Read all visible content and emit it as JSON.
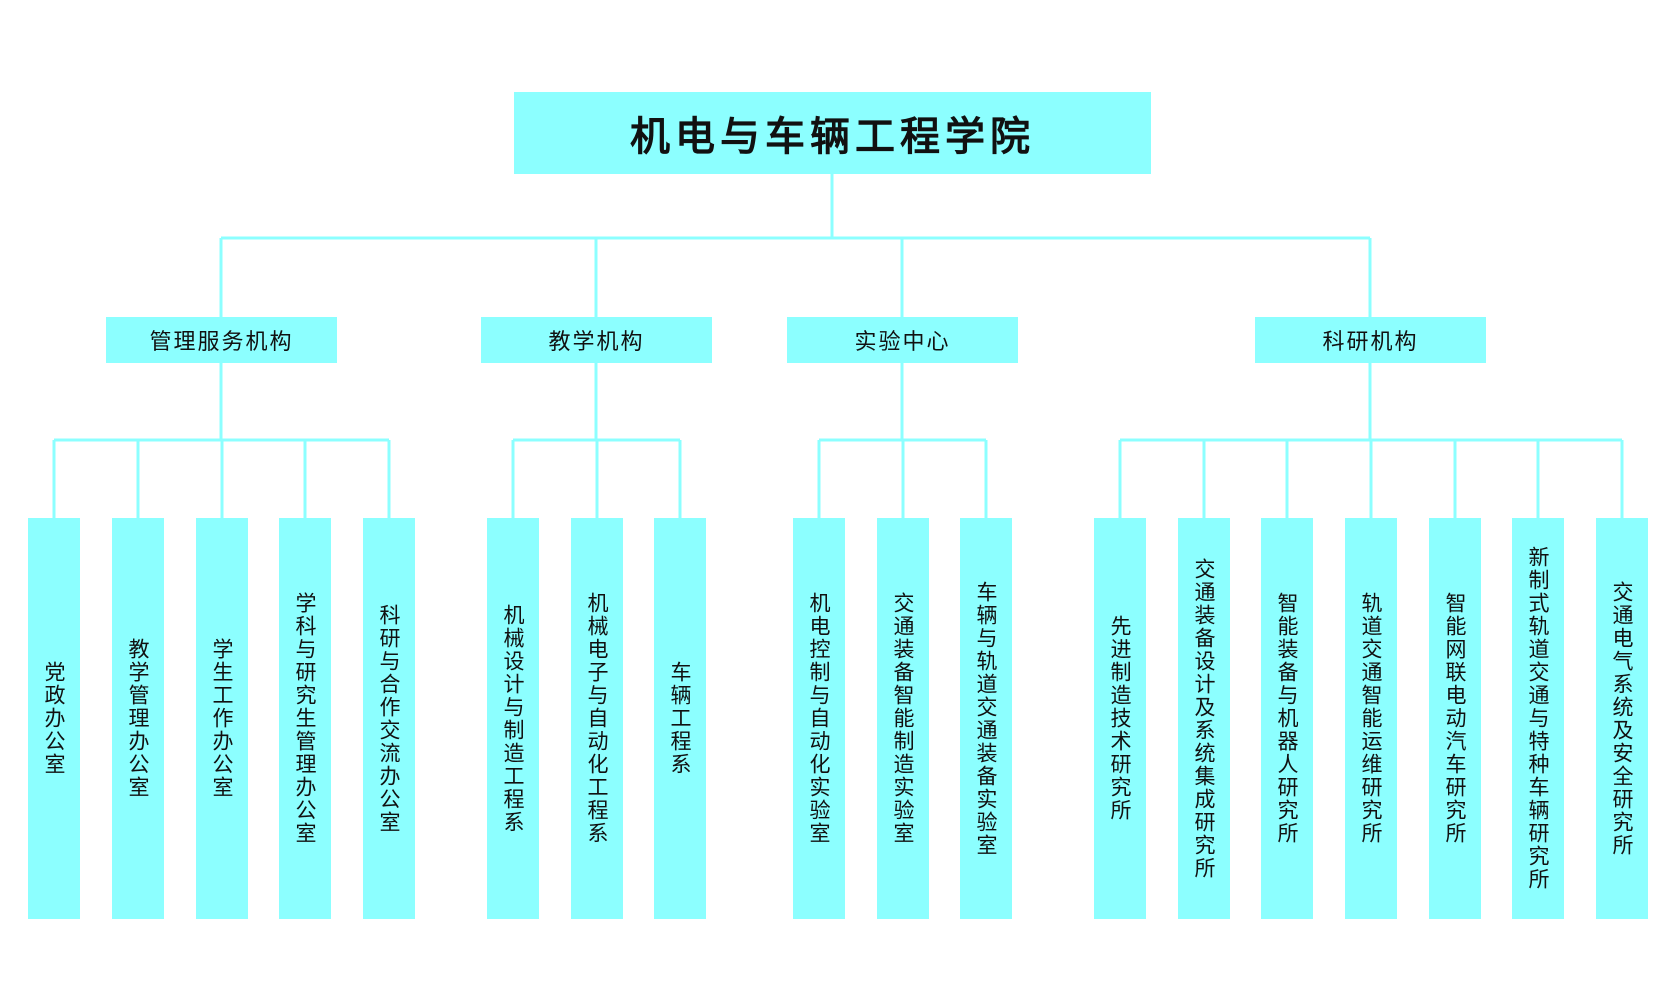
{
  "colors": {
    "box": "#8cffff",
    "line": "#8cffff",
    "text": "#111111"
  },
  "root": {
    "label": "机电与车辆工程学院"
  },
  "categories": [
    {
      "label": "管理服务机构",
      "children": [
        "党政办公室",
        "教学管理办公室",
        "学生工作办公室",
        "学科与研究生管理办公室",
        "科研与合作交流办公室"
      ]
    },
    {
      "label": "教学机构",
      "children": [
        "机械设计与制造工程系",
        "机械电子与自动化工程系",
        "车辆工程系"
      ]
    },
    {
      "label": "实验中心",
      "children": [
        "机电控制与自动化实验室",
        "交通装备智能制造实验室",
        "车辆与轨道交通装备实验室"
      ]
    },
    {
      "label": "科研机构",
      "children": [
        "先进制造技术研究所",
        "交通装备设计及系统集成研究所",
        "智能装备与机器人研究所",
        "轨道交通智能运维研究所",
        "智能网联电动汽车研究所",
        "新制式轨道交通与特种车辆研究所",
        "交通电气系统及安全研究所"
      ]
    }
  ]
}
